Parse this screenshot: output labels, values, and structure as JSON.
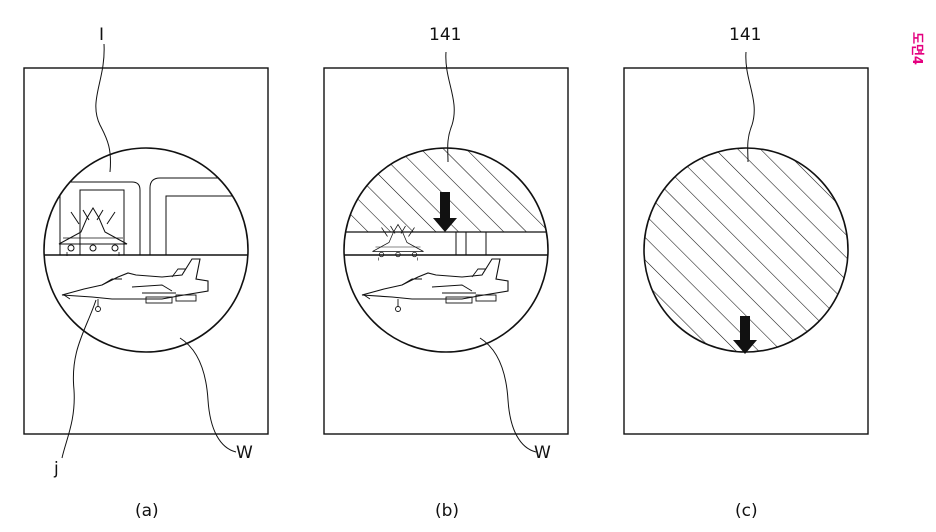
{
  "figure_tag": "도면4",
  "colors": {
    "line": "#111111",
    "tag": "#e4007f",
    "background": "#ffffff"
  },
  "panels": [
    {
      "caption": "(a)",
      "labels": {
        "top": "I",
        "bottom_left": "j",
        "bottom_right": "W"
      }
    },
    {
      "caption": "(b)",
      "labels": {
        "top": "141",
        "bottom_right": "W"
      }
    },
    {
      "caption": "(c)",
      "labels": {
        "top": "141"
      }
    }
  ]
}
